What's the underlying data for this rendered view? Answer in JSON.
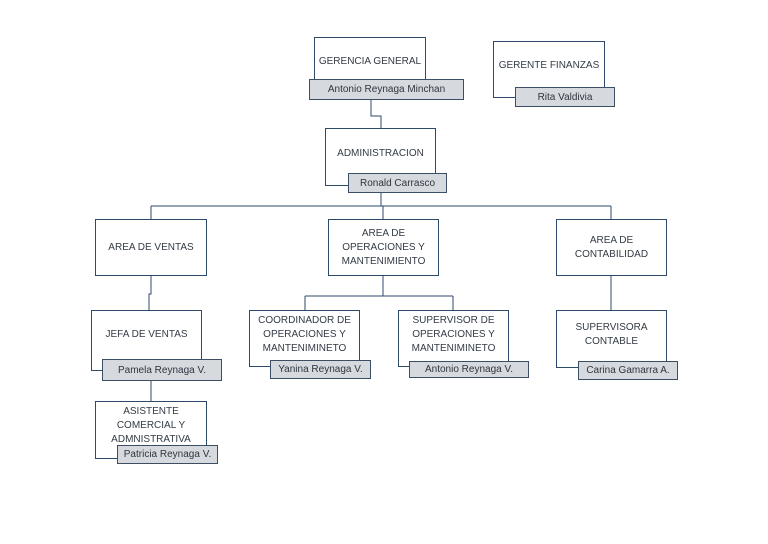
{
  "nodes": {
    "gerencia": {
      "title": "GERENCIA GENERAL",
      "name": "Antonio Reynaga Minchan"
    },
    "finanzas": {
      "title": "GERENTE FINANZAS",
      "name": "Rita Valdivia"
    },
    "administracion": {
      "title": "ADMINISTRACION",
      "name": "Ronald Carrasco"
    },
    "ventas": {
      "title": "AREA DE VENTAS"
    },
    "operaciones": {
      "title": "AREA DE\nOPERACIONES Y\nMANTENIMIENTO"
    },
    "contabilidad": {
      "title": "AREA DE\nCONTABILIDAD"
    },
    "jefa_ventas": {
      "title": "JEFA DE VENTAS",
      "name": "Pamela Reynaga V."
    },
    "asistente": {
      "title": "ASISTENTE\nCOMERCIAL Y\nADMNISTRATIVA",
      "name": "Patricia Reynaga V."
    },
    "coordinador": {
      "title": "COORDINADOR DE\nOPERACIONES Y\nMANTENIMINETO",
      "name": "Yanina Reynaga V."
    },
    "supervisor": {
      "title": "SUPERVISOR DE\nOPERACIONES Y\nMANTENIMINETO",
      "name": "Antonio Reynaga V."
    },
    "supervisora": {
      "title": "SUPERVISORA\nCONTABLE",
      "name": "Carina Gamarra A."
    }
  }
}
